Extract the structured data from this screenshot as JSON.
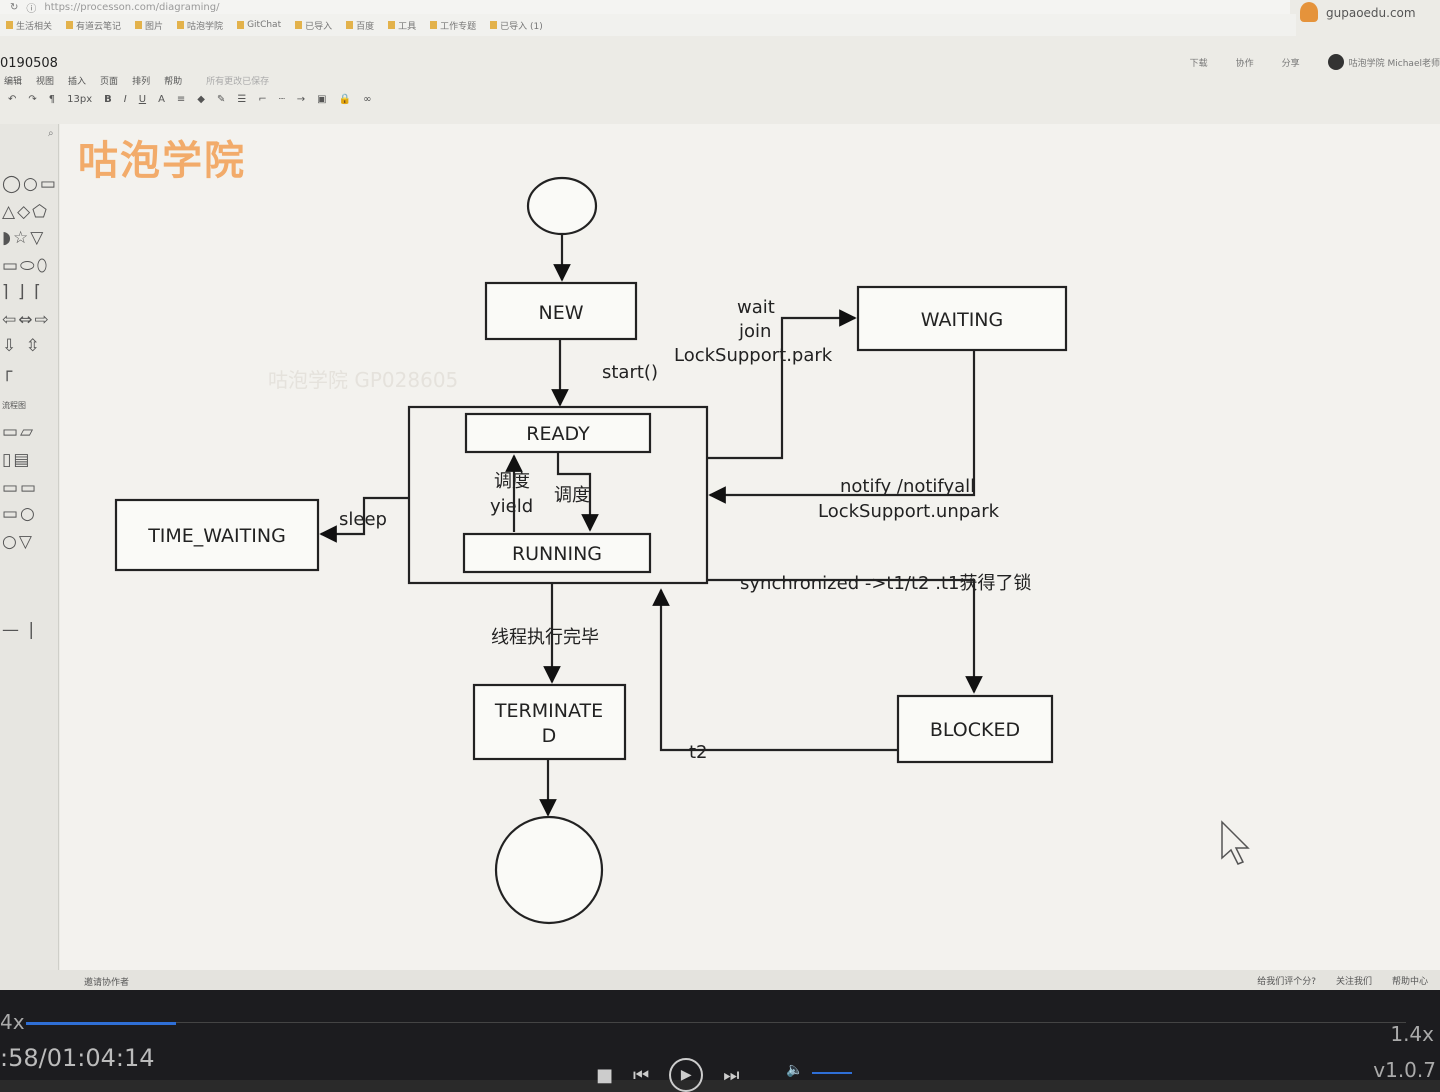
{
  "browser": {
    "url": "https://processon.com/diagraming/",
    "bookmarks": [
      "生活相关",
      "有道云笔记",
      "图片",
      "咕泡学院",
      "GitChat",
      "已导入",
      "百度",
      "工具",
      "工作专题",
      "已导入 (1)"
    ],
    "brand_site": "gupaoedu.com"
  },
  "app": {
    "doc_name": "0190508",
    "menus": [
      "编辑",
      "视图",
      "插入",
      "页面",
      "排列",
      "帮助"
    ],
    "save_hint": "所有更改已保存",
    "font_size": "13px",
    "header_actions": [
      "下载",
      "协作",
      "分享"
    ],
    "user": "咕泡学院 Michael老师"
  },
  "palette": {
    "section_label": "流程图"
  },
  "canvas": {
    "logo_text": "咕泡学院",
    "watermark": "咕泡学院 GP028605"
  },
  "diagram": {
    "states": {
      "new": "NEW",
      "waiting": "WAITING",
      "ready": "READY",
      "running": "RUNNING",
      "time_waiting": "TIME_WAITING",
      "terminated_1": "TERMINATE",
      "terminated_2": "D",
      "blocked": "BLOCKED"
    },
    "labels": {
      "start": "start()",
      "wait": "wait",
      "join": "join",
      "park": "LockSupport.park",
      "notify": "notify /notifyall",
      "unpark": "LockSupport.unpark",
      "sched_up": "调度",
      "yield": "yield",
      "sched_down": "调度",
      "sleep": "sleep",
      "synchronized": "synchronized ->t1/t2 .t1获得了锁",
      "finished": "线程执行完毕",
      "t2": "t2"
    }
  },
  "status": {
    "invite": "邀请协作者",
    "feedback": "给我们评个分?",
    "follow": "关注我们",
    "help": "帮助中心"
  },
  "player": {
    "speed": "4x",
    "time": ":58/01:04:14",
    "zoom": "1.4x",
    "version": "v1.0.7"
  }
}
